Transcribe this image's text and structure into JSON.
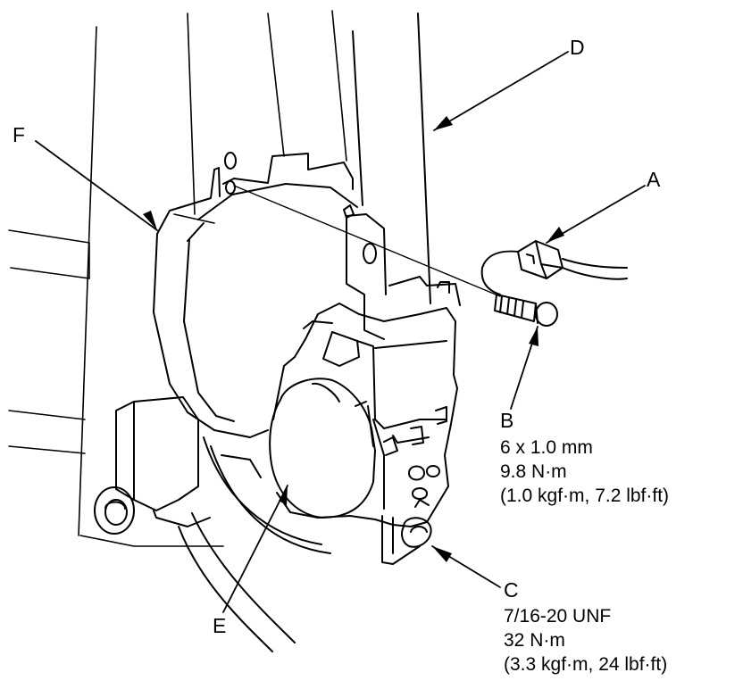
{
  "callouts": {
    "A": "A",
    "B": "B",
    "C": "C",
    "D": "D",
    "E": "E",
    "F": "F"
  },
  "specs": {
    "B": {
      "size": "6 x 1.0 mm",
      "torque_nm": "9.8 N·m",
      "torque_alt": "(1.0 kgf·m, 7.2 lbf·ft)"
    },
    "C": {
      "size": "7/16-20 UNF",
      "torque_nm": "32 N·m",
      "torque_alt": "(3.3 kgf·m, 24 lbf·ft)"
    }
  }
}
